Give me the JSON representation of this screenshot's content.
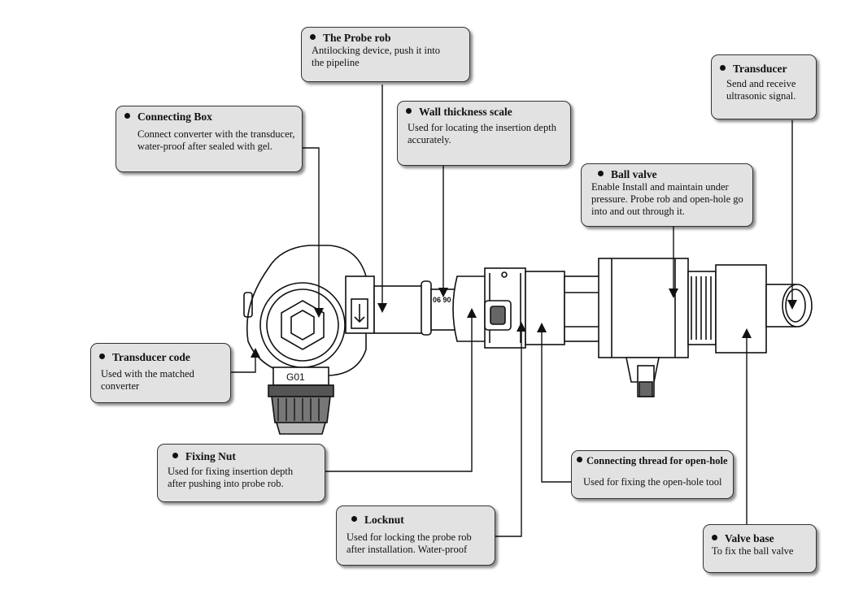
{
  "callouts": {
    "probe_rob": {
      "title": "The Probe rob",
      "lines": [
        "Antilocking device, push it into",
        "the pipeline"
      ]
    },
    "connecting_box": {
      "title": "Connecting Box",
      "lines": [
        "Connect converter with the transducer,",
        "water-proof after sealed with gel."
      ]
    },
    "wall_thickness": {
      "title": "Wall thickness scale",
      "lines": [
        "Used for locating the insertion depth",
        "accurately."
      ]
    },
    "transducer": {
      "title": "Transducer",
      "lines": [
        "Send and receive",
        "ultrasonic signal."
      ]
    },
    "ball_valve": {
      "title": "Ball valve",
      "lines": [
        "Enable Install and maintain under",
        "pressure. Probe rob and open-hole go",
        "into and out through it."
      ]
    },
    "transducer_code": {
      "title": "Transducer code",
      "lines": [
        "Used with the matched",
        "converter"
      ]
    },
    "fixing_nut": {
      "title": "Fixing Nut",
      "lines": [
        "Used for fixing insertion depth",
        "after pushing into probe rob."
      ]
    },
    "connecting_thread": {
      "title": "Connecting thread for open-hole",
      "lines": [
        "Used for fixing the open-hole tool"
      ]
    },
    "locknut": {
      "title": "Locknut",
      "lines": [
        "Used for locking the probe rob",
        "after installation. Water-proof"
      ]
    },
    "valve_base": {
      "title": "Valve base",
      "lines": [
        "To fix the ball valve"
      ]
    }
  },
  "device_labels": {
    "code_plate": "G01",
    "scale_mark": "06 90"
  }
}
